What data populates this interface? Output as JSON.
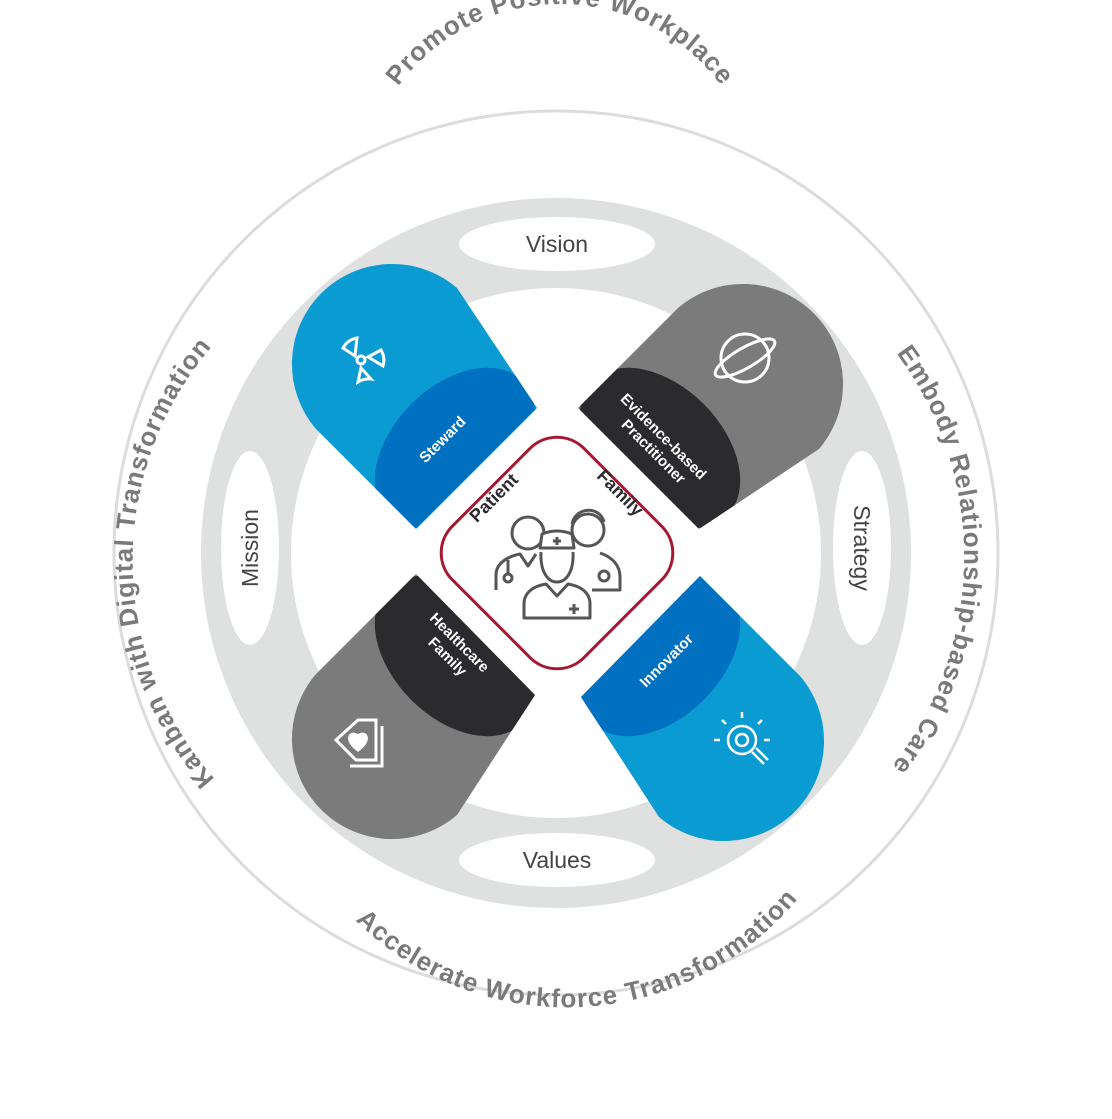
{
  "diagram": {
    "outer_ring_labels": {
      "top": "Promote Positive Workplace",
      "right": "Embody Relationship-based Care",
      "bottom": "Accelerate Workforce Transformation",
      "left": "Kanban with Digital Transformation"
    },
    "inner_ring_ovals": {
      "top": "Vision",
      "right": "Strategy",
      "bottom": "Values",
      "left": "Mission"
    },
    "pills": {
      "top_left": {
        "label": "Steward",
        "icon": "radiation-icon"
      },
      "top_right": {
        "label_line1": "Evidence-based",
        "label_line2": "Practitioner",
        "icon": "planet-icon"
      },
      "bottom_left": {
        "label_line1": "Healthcare",
        "label_line2": "Family",
        "icon": "home-heart-icon"
      },
      "bottom_right": {
        "label": "Innovator",
        "icon": "lightbulb-gear-icon"
      }
    },
    "center": {
      "label_left": "Patient",
      "label_right": "Family",
      "icon": "medical-team-icon"
    },
    "colors": {
      "outer_ring_stroke": "#dcdcdc",
      "inner_ring": "#dfe0e0",
      "arc_text": "#7a7a7a",
      "oval_text": "#444444",
      "blue_light": "#0b9bd3",
      "blue_dark": "#0070c0",
      "gray_pill": "#7b7b7b",
      "dark_pill": "#2b2b2d",
      "center_border": "#a5182f",
      "center_icon": "#555555"
    }
  }
}
